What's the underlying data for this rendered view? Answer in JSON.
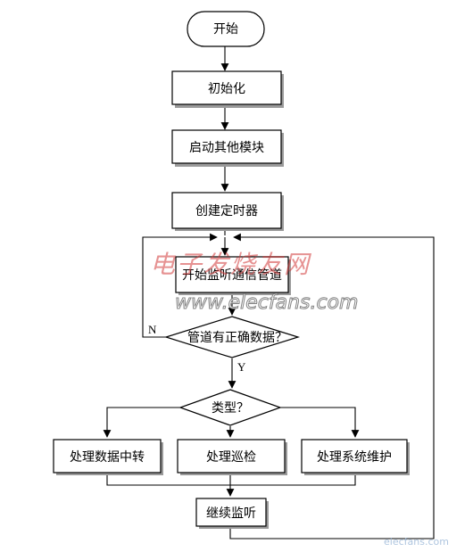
{
  "nodes": {
    "start": "开始",
    "init": "初始化",
    "start_modules": "启动其他模块",
    "create_timer": "创建定时器",
    "listen_pipe": "开始监听通信管道",
    "valid_data": "管道有正确数据？",
    "type": "类型？",
    "relay": "处理数据中转",
    "patrol": "处理巡检",
    "maintenance": "处理系统维护",
    "continue_listen": "继续监听"
  },
  "branches": {
    "no": "N",
    "yes": "Y"
  },
  "watermark": {
    "cn": "电子发烧友网",
    "en": "www.elecfans.com",
    "corner": "elecfans.com"
  }
}
